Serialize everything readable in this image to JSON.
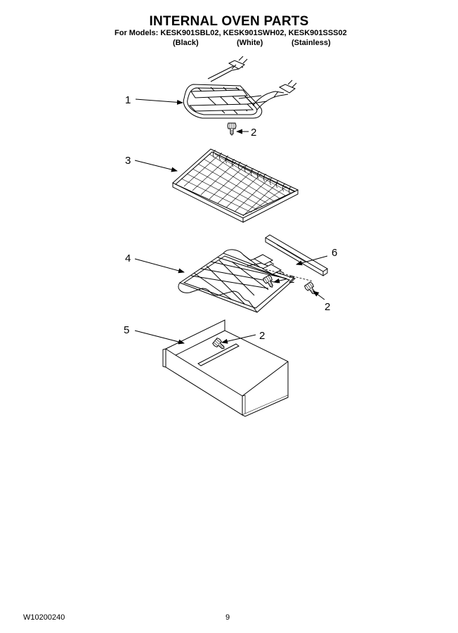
{
  "header": {
    "title": "INTERNAL OVEN PARTS",
    "models_line": "For Models: KESK901SBL02, KESK901SWH02, KESK901SSS02",
    "finishes": [
      "(Black)",
      "(White)",
      "(Stainless)"
    ]
  },
  "callouts": {
    "broil_element": "1",
    "screw_top": "2",
    "oven_rack": "3",
    "bake_element": "4",
    "screw_bake_a": "2",
    "bracket": "6",
    "screw_bake_b": "2",
    "vent_tray": "5",
    "screw_tray": "2"
  },
  "footer": {
    "doc_code": "W10200240",
    "page_number": "9"
  }
}
